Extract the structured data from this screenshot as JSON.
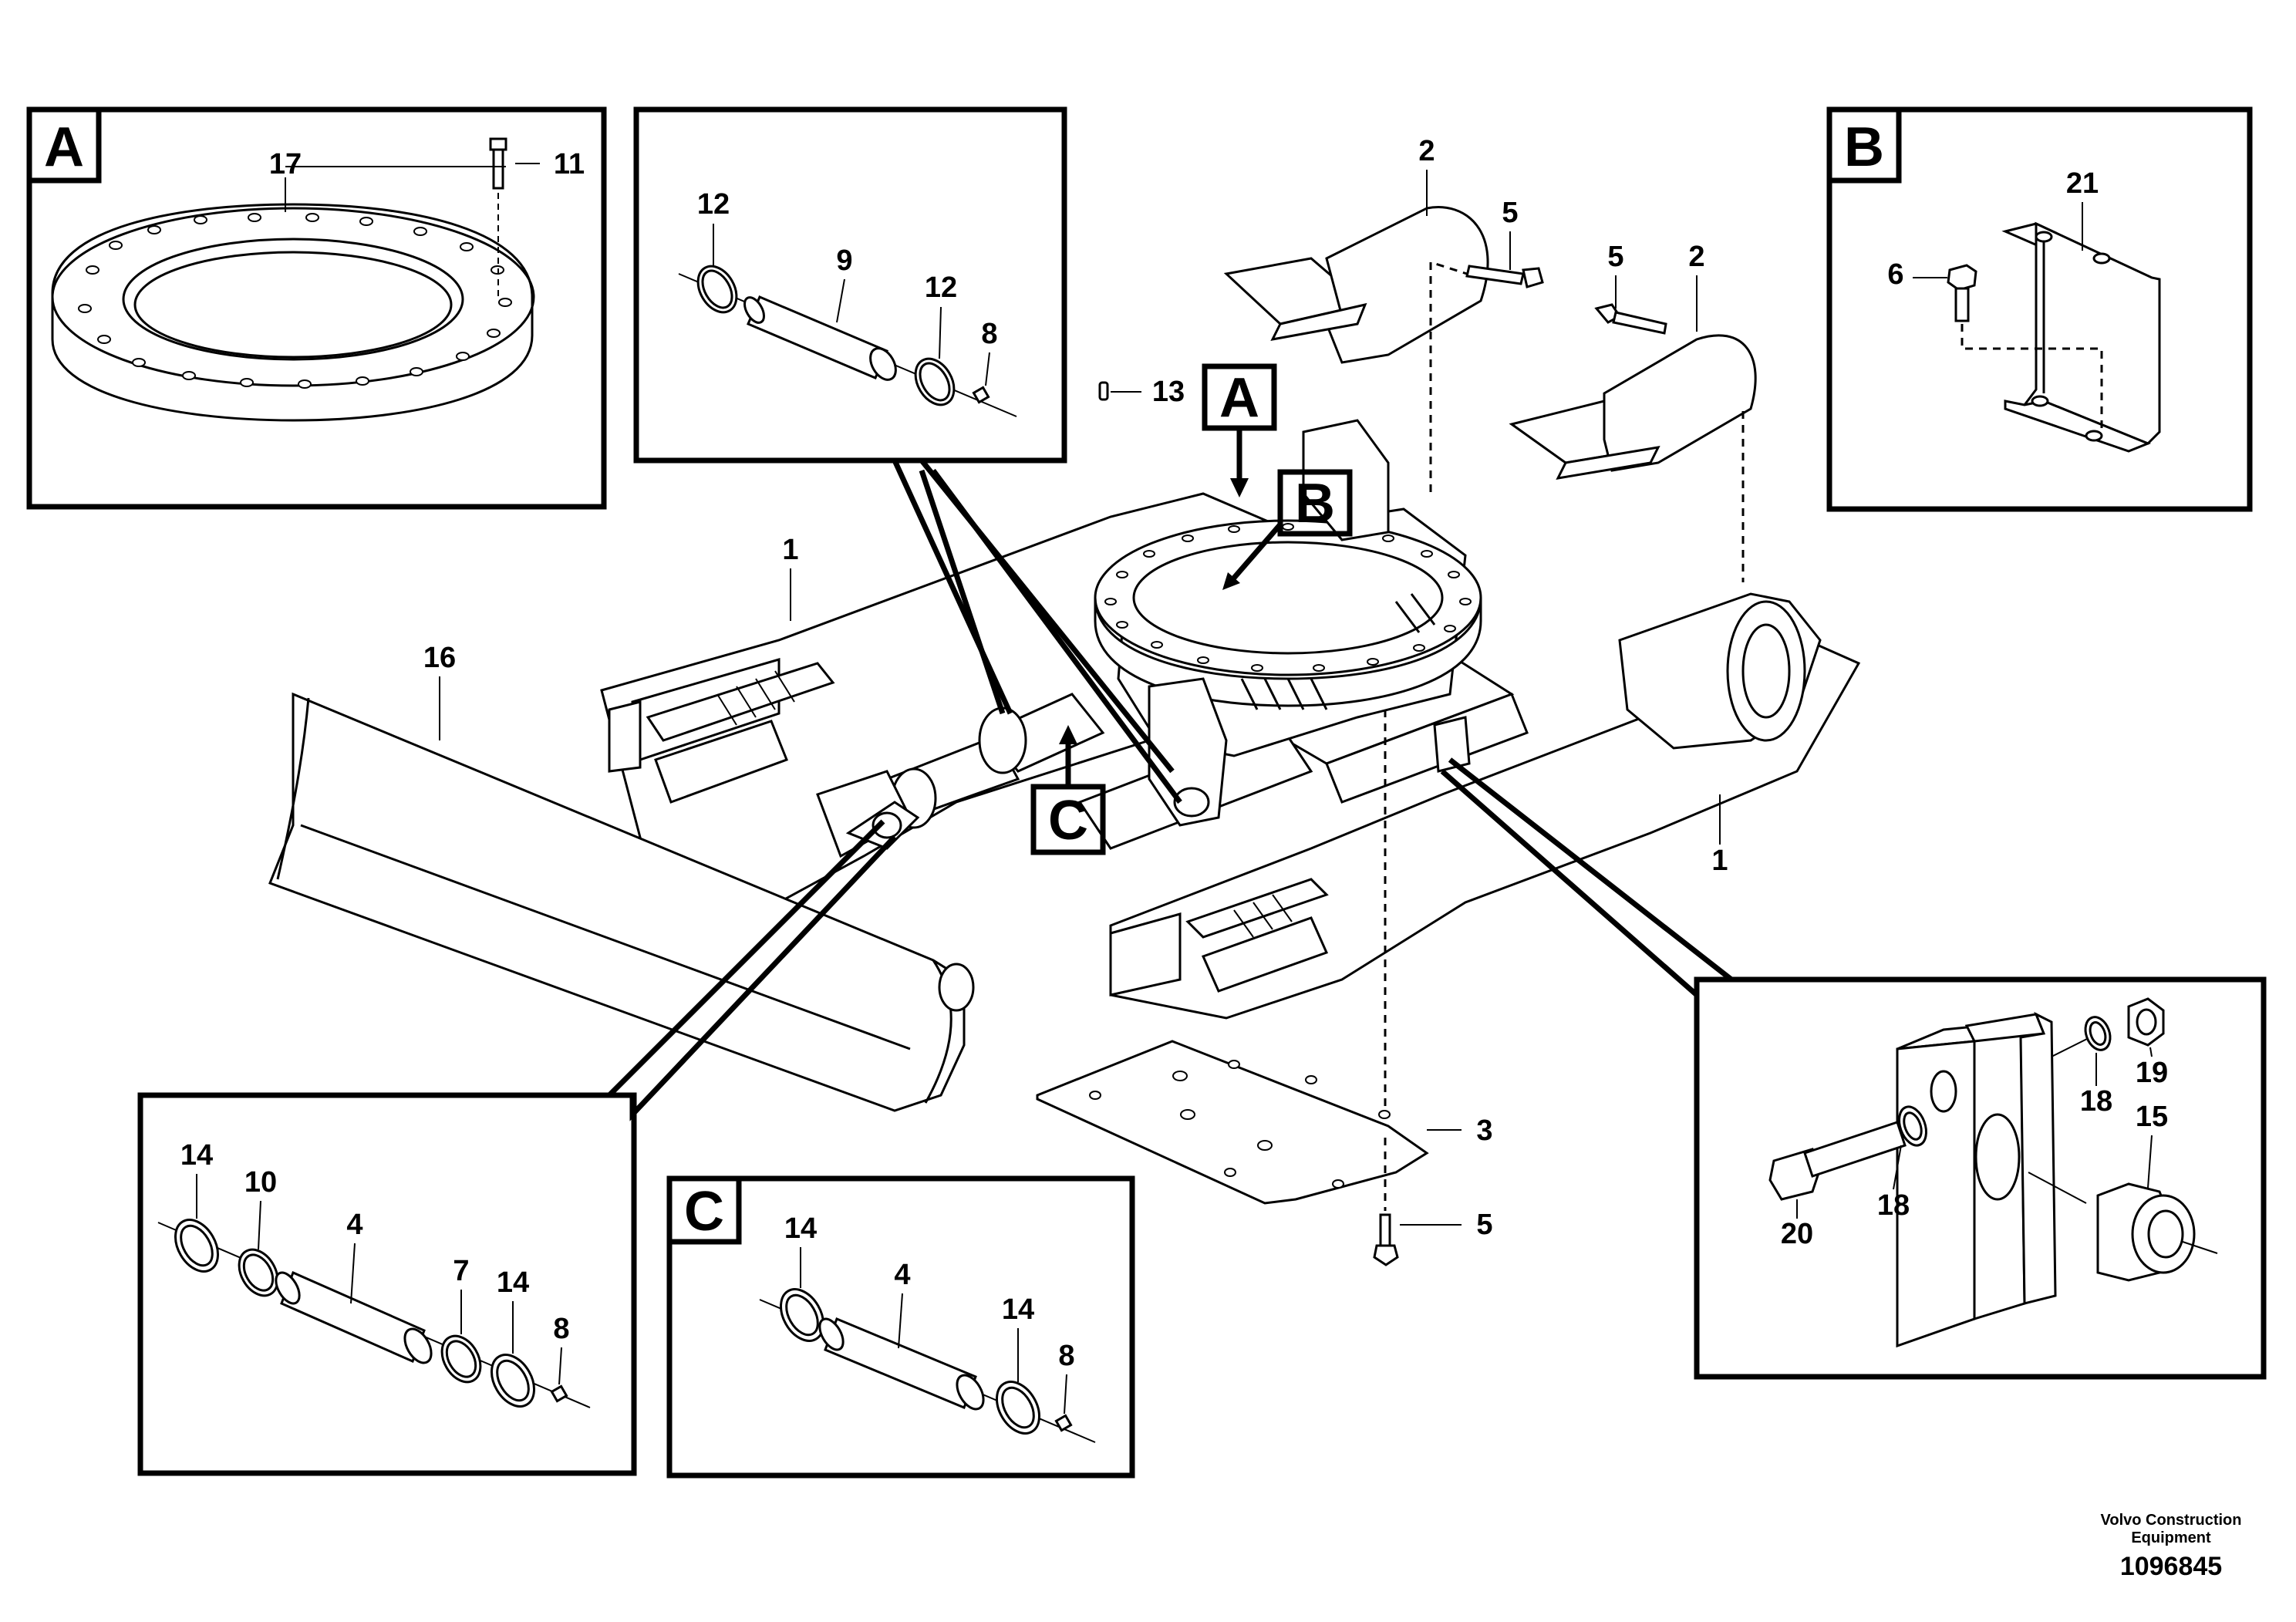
{
  "detail_tags": {
    "a": "A",
    "b": "B",
    "c": "C"
  },
  "callouts": {
    "p1": "1",
    "p2": "2",
    "p3": "3",
    "p4": "4",
    "p5": "5",
    "p6": "6",
    "p7": "7",
    "p8": "8",
    "p9": "9",
    "p10": "10",
    "p11": "11",
    "p12": "12",
    "p13": "13",
    "p14": "14",
    "p15": "15",
    "p16": "16",
    "p17": "17",
    "p18": "18",
    "p19": "19",
    "p20": "20",
    "p21": "21"
  },
  "footer": {
    "company_line1": "Volvo Construction",
    "company_line2": "Equipment",
    "drawing_number": "1096845"
  }
}
